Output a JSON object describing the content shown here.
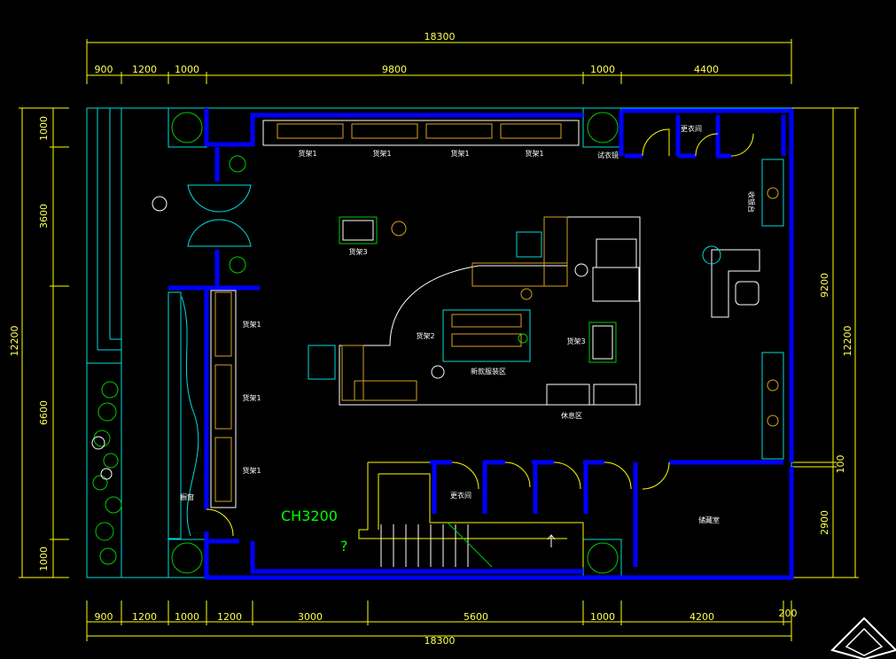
{
  "dimensions": {
    "top_total": "18300",
    "top_segments": [
      "900",
      "1200",
      "1000",
      "9800",
      "1000",
      "4400"
    ],
    "bottom_segments": [
      "900",
      "1200",
      "1000",
      "1200",
      "3000",
      "5600",
      "1000",
      "4200",
      "200"
    ],
    "bottom_total": "18300",
    "left_segments": [
      "1000",
      "3600",
      "6600",
      "1000"
    ],
    "left_total": "12200",
    "right_segments": [
      "9200",
      "100",
      "2900"
    ],
    "right_total": "12200"
  },
  "labels": {
    "shelf_a": "货架1",
    "shelf_b": "货架2",
    "shelf_c": "货架3",
    "fitting_room": "更衣间",
    "mirror": "试衣镜",
    "new_arrivals": "新款服装区",
    "rest_area": "休息区",
    "storage": "储藏室",
    "window": "橱窗",
    "ceiling": "CH3200",
    "cashier": "收银台",
    "question": "?"
  },
  "colors": {
    "dimension": "#ffff00",
    "wall": "#0000ff",
    "outline": "#00dddd",
    "furniture": "#ffffff",
    "plant": "#00cc00",
    "rack": "#d8a020"
  }
}
